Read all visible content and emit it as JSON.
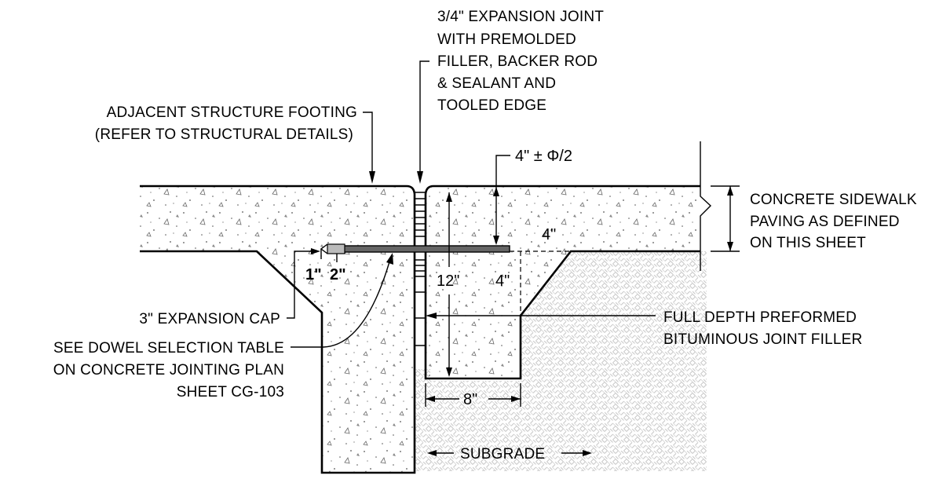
{
  "labels": {
    "expansion_joint": [
      "3/4\" EXPANSION JOINT",
      "WITH PREMOLDED",
      "FILLER, BACKER ROD",
      "& SEALANT AND",
      "TOOLED EDGE"
    ],
    "adjacent_footing": [
      "ADJACENT STRUCTURE FOOTING",
      "(REFER TO STRUCTURAL DETAILS)"
    ],
    "concrete_sidewalk": [
      "CONCRETE SIDEWALK",
      "PAVING AS DEFINED",
      "ON THIS SHEET"
    ],
    "expansion_cap": "3\" EXPANSION CAP",
    "dowel_selection": [
      "SEE DOWEL SELECTION TABLE",
      "ON CONCRETE JOINTING PLAN",
      "SHEET CG-103"
    ],
    "joint_filler": [
      "FULL DEPTH PREFORMED",
      "BITUMINOUS JOINT FILLER"
    ],
    "subgrade": "SUBGRADE"
  },
  "dimensions": {
    "dowel_depth": "4\" ± Φ/2",
    "slab_thickness": "4\"",
    "footing_depth": "12\"",
    "thickened_depth": "4\"",
    "footing_width": "8\"",
    "cap_gap": "1\"",
    "cap_length": "2\""
  }
}
